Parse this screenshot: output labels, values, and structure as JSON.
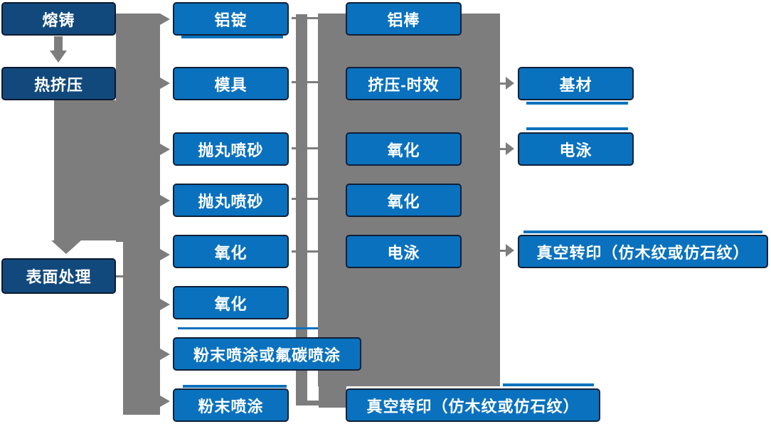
{
  "flowchart": {
    "nodes": [
      {
        "id": "melting-casting",
        "label": "熔铸",
        "column": 1,
        "row": 1,
        "variant": "dark"
      },
      {
        "id": "hot-extrusion",
        "label": "热挤压",
        "column": 1,
        "row": 2,
        "variant": "dark"
      },
      {
        "id": "surface-treatment",
        "label": "表面处理",
        "column": 1,
        "row": 5,
        "variant": "dark"
      },
      {
        "id": "aluminum-ingot",
        "label": "铝锭",
        "column": 2,
        "row": 1,
        "variant": "light"
      },
      {
        "id": "mold",
        "label": "模具",
        "column": 2,
        "row": 2,
        "variant": "light"
      },
      {
        "id": "shot-blasting-1",
        "label": "抛丸喷砂",
        "column": 2,
        "row": 3,
        "variant": "light"
      },
      {
        "id": "shot-blasting-2",
        "label": "抛丸喷砂",
        "column": 2,
        "row": 4,
        "variant": "light"
      },
      {
        "id": "oxidation-1",
        "label": "氧化",
        "column": 2,
        "row": 5,
        "variant": "light"
      },
      {
        "id": "oxidation-2",
        "label": "氧化",
        "column": 2,
        "row": 6,
        "variant": "light"
      },
      {
        "id": "powder-or-fluorocarbon-coating",
        "label": "粉末喷涂或氟碳喷涂",
        "column": 2,
        "row": 7,
        "variant": "light"
      },
      {
        "id": "powder-coating",
        "label": "粉末喷涂",
        "column": 2,
        "row": 8,
        "variant": "light"
      },
      {
        "id": "aluminum-rod",
        "label": "铝棒",
        "column": 3,
        "row": 1,
        "variant": "light"
      },
      {
        "id": "extrusion-aging",
        "label": "挤压-时效",
        "column": 3,
        "row": 2,
        "variant": "light"
      },
      {
        "id": "oxidation-3",
        "label": "氧化",
        "column": 3,
        "row": 3,
        "variant": "light"
      },
      {
        "id": "oxidation-4",
        "label": "氧化",
        "column": 3,
        "row": 4,
        "variant": "light"
      },
      {
        "id": "electrophoresis-1",
        "label": "电泳",
        "column": 3,
        "row": 5,
        "variant": "light"
      },
      {
        "id": "vacuum-transfer-printing-1",
        "label": "真空转印（仿木纹或仿石纹）",
        "column": 3,
        "row": 8,
        "variant": "light"
      },
      {
        "id": "base-material",
        "label": "基材",
        "column": 4,
        "row": 2,
        "variant": "light"
      },
      {
        "id": "electrophoresis-2",
        "label": "电泳",
        "column": 4,
        "row": 3,
        "variant": "light"
      },
      {
        "id": "vacuum-transfer-printing-2",
        "label": "真空转印（仿木纹或仿石纹）",
        "column": 4,
        "row": 5,
        "variant": "light"
      }
    ],
    "arrows": {
      "down_arrow_targets": [
        "热挤压",
        "表面处理"
      ],
      "left_band_arrow_targets": [
        "铝锭",
        "模具",
        "抛丸喷砂",
        "抛丸喷砂",
        "氧化",
        "氧化",
        "粉末喷涂或氟碳喷涂",
        "粉末喷涂"
      ],
      "center_block_arrow_targets": [
        "基材",
        "电泳",
        "真空转印（仿木纹或仿石纹）"
      ],
      "stub_links": [
        "表面处理→流程带",
        "铝锭行→中间块",
        "模具行→中间块",
        "抛丸喷砂行→中间块",
        "抛丸喷砂行→中间块",
        "氧化行→中间块",
        "粉末喷涂行→中间块"
      ]
    },
    "colors": {
      "background": "#FFFFFF",
      "box_fill": "#0A71BE",
      "box_fill_dark": "#12497D",
      "box_border": "#0E2038",
      "connector": "#7D7D7D",
      "text": "#FFFFFF"
    }
  }
}
